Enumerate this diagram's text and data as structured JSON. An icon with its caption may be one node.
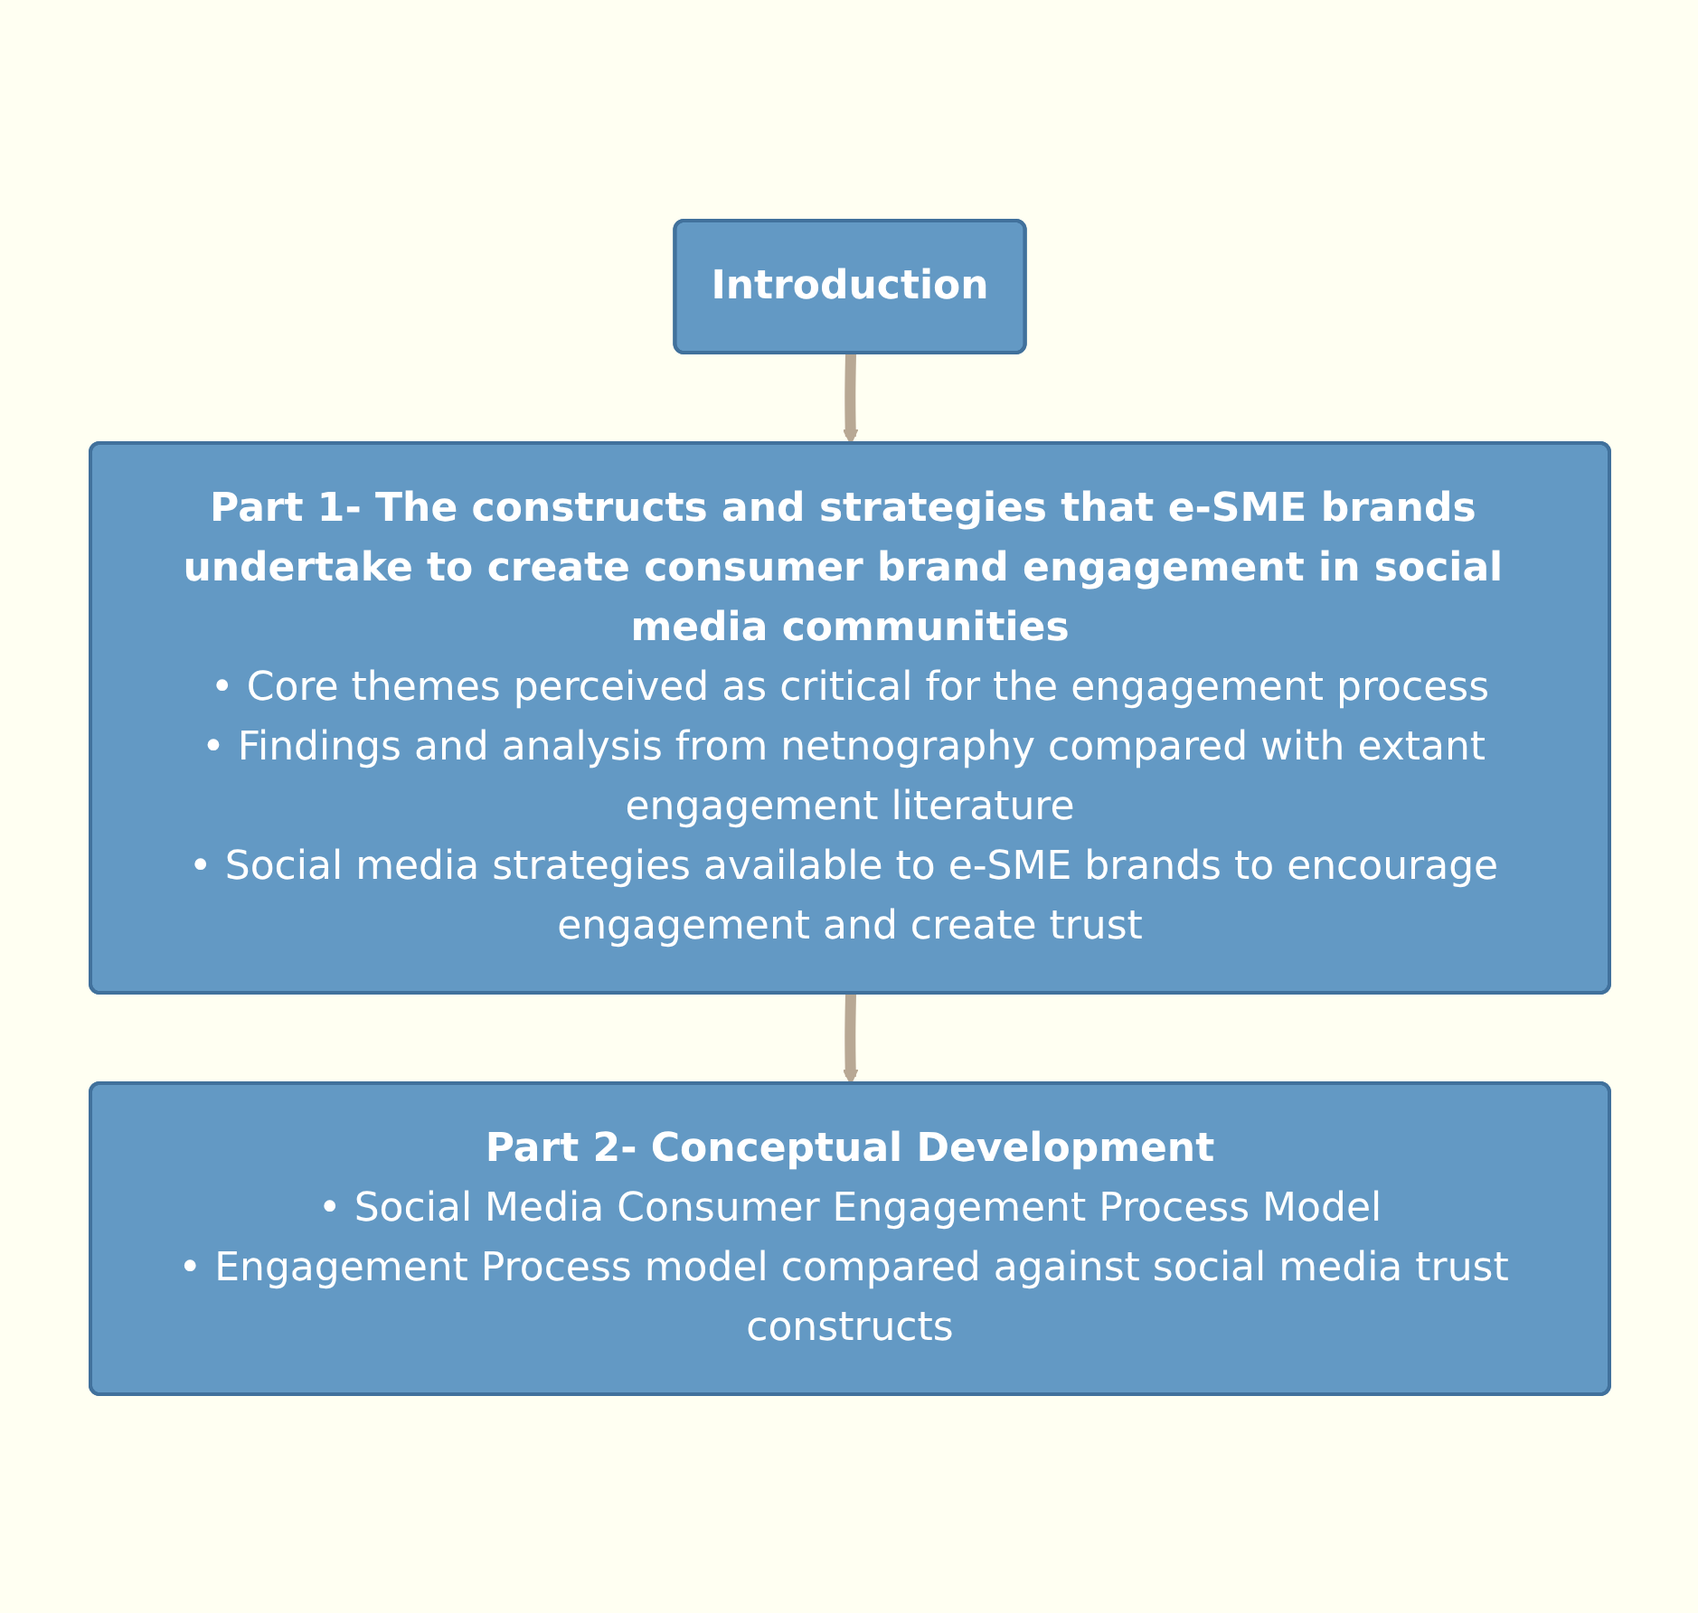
{
  "diagram": {
    "nodes": [
      {
        "text": [
          "Introduction"
        ]
      },
      {
        "text": [
          "Part 1- The constructs and strategies that e-SME brands undertake to create consumer brand engagement in social media communities",
          "• Core themes perceived as critical for the engagement process",
          "• Findings and analysis from netnography compared with extant engagement literature",
          "• Social media strategies available to e-SME brands to encourage engagement and create trust"
        ]
      },
      {
        "text": [
          "Part 2- Conceptual Development",
          "• Social Media Consumer Engagement Process Model",
          "• Engagement Process model compared against social media trust constructs"
        ]
      }
    ],
    "edges": [
      {
        "from": 0,
        "to": 1,
        "arrow": "to"
      },
      {
        "from": 1,
        "to": 2,
        "arrow": "to"
      }
    ]
  }
}
